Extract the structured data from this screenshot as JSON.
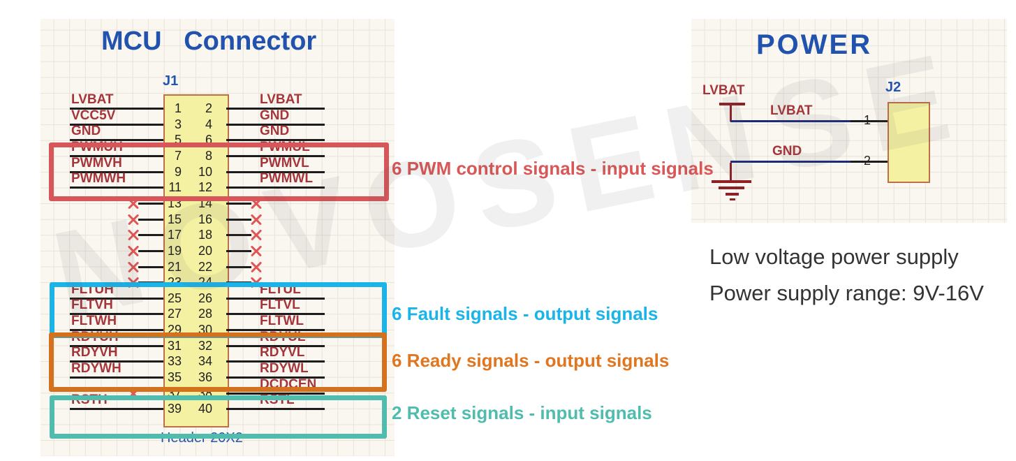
{
  "watermark": "NOVOSENSE",
  "mcu": {
    "title": "MCU   Connector",
    "designator": "J1",
    "header_label": "Header 20X2",
    "rows": [
      {
        "pins": [
          "1",
          "2"
        ],
        "left": "LVBAT",
        "right": "LVBAT"
      },
      {
        "pins": [
          "3",
          "4"
        ],
        "left": "VCC5V",
        "right": "GND"
      },
      {
        "pins": [
          "5",
          "6"
        ],
        "left": "GND",
        "right": "GND"
      },
      {
        "pins": [
          "7",
          "8"
        ],
        "left": "PWMUH",
        "right": "PWMUL"
      },
      {
        "pins": [
          "9",
          "10"
        ],
        "left": "PWMVH",
        "right": "PWMVL"
      },
      {
        "pins": [
          "11",
          "12"
        ],
        "left": "PWMWH",
        "right": "PWMWL"
      },
      {
        "pins": [
          "13",
          "14"
        ],
        "left": null,
        "right": null
      },
      {
        "pins": [
          "15",
          "16"
        ],
        "left": null,
        "right": null
      },
      {
        "pins": [
          "17",
          "18"
        ],
        "left": null,
        "right": null
      },
      {
        "pins": [
          "19",
          "20"
        ],
        "left": null,
        "right": null
      },
      {
        "pins": [
          "21",
          "22"
        ],
        "left": null,
        "right": null
      },
      {
        "pins": [
          "23",
          "24"
        ],
        "left": null,
        "right": null
      },
      {
        "pins": [
          "25",
          "26"
        ],
        "left": "FLTUH",
        "right": "FLTUL"
      },
      {
        "pins": [
          "27",
          "28"
        ],
        "left": "FLTVH",
        "right": "FLTVL"
      },
      {
        "pins": [
          "29",
          "30"
        ],
        "left": "FLTWH",
        "right": "FLTWL"
      },
      {
        "pins": [
          "31",
          "32"
        ],
        "left": "RDYUH",
        "right": "RDYUL"
      },
      {
        "pins": [
          "33",
          "34"
        ],
        "left": "RDYVH",
        "right": "RDYVL"
      },
      {
        "pins": [
          "35",
          "36"
        ],
        "left": "RDYWH",
        "right": "RDYWL"
      },
      {
        "pins": [
          "37",
          "38"
        ],
        "left": null,
        "right": "DCDCEN"
      },
      {
        "pins": [
          "39",
          "40"
        ],
        "left": "RSTH",
        "right": "RSTL"
      }
    ]
  },
  "groups": [
    {
      "name": "pwm",
      "label": "6 PWM control signals - input signals",
      "box_color": "#d65659",
      "text_color": "#d95757"
    },
    {
      "name": "fault",
      "label": "6 Fault signals - output signals",
      "box_color": "#1ab4e8",
      "text_color": "#1ab4e8"
    },
    {
      "name": "ready",
      "label": "6 Ready signals - output signals",
      "box_color": "#d4711c",
      "text_color": "#e0761f"
    },
    {
      "name": "reset",
      "label": "2 Reset signals - input signals",
      "box_color": "#4fbcae",
      "text_color": "#4fbcae"
    }
  ],
  "power": {
    "title": "POWER",
    "designator": "J2",
    "port_label": "LVBAT",
    "nets": [
      {
        "label": "LVBAT",
        "pin": "1"
      },
      {
        "label": "GND",
        "pin": "2"
      }
    ],
    "notes": [
      "Low voltage power supply",
      "Power supply range: 9V-16V"
    ]
  },
  "colors": {
    "title_blue": "#2153ae",
    "net_label_red": "#a5353a",
    "wire_black": "#1c1c1c",
    "power_wire_navy": "#1d2a78",
    "symbol_dark_red": "#8e2026",
    "connector_fill": "#f5f1a3",
    "connector_border": "#bd7046",
    "nc_x_red": "#e05555"
  }
}
